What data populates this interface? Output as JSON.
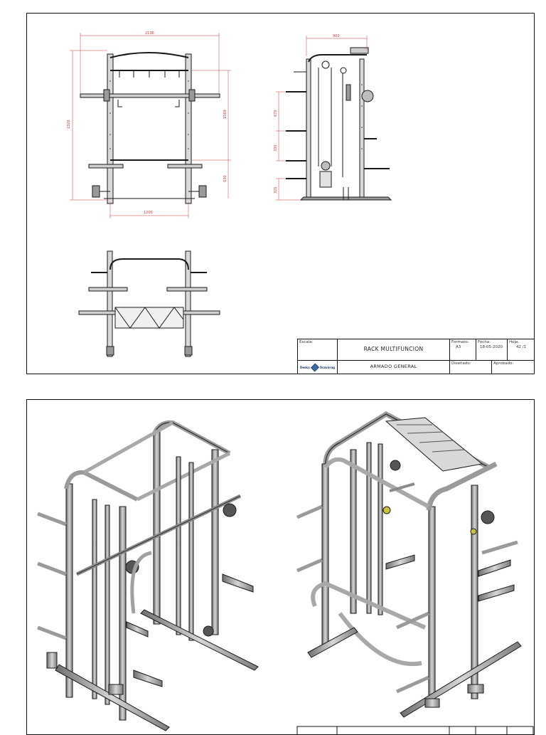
{
  "drawing": {
    "dims": {
      "top_width": "2136",
      "side_width": "900",
      "overall_height": "2326",
      "bar_height": "1569",
      "lower_height": "630",
      "base_width": "1200",
      "side_d1": "670",
      "side_d2": "330",
      "side_d3": "326"
    }
  },
  "title_block": {
    "escala_label": "Escala:",
    "title": "RACK MULTIFUNCION",
    "subtitle": "ARMADO GENERAL",
    "formato_label": "Formato:",
    "formato_value": "A3",
    "fecha_label": "Fecha:",
    "fecha_value": "18-05-2020",
    "hoja_label": "Hoja:",
    "hoja_value": "42 /1",
    "disenado_label": "Diseñado:",
    "aprobado_label": "Aprobado:",
    "logo_left": "Deska",
    "logo_right": "Ocavarag"
  },
  "colors": {
    "line": "#1a1a1a",
    "metal": "#8a8a8a",
    "metal_light": "#c9c9c9",
    "dimension": "#c43a3a"
  }
}
